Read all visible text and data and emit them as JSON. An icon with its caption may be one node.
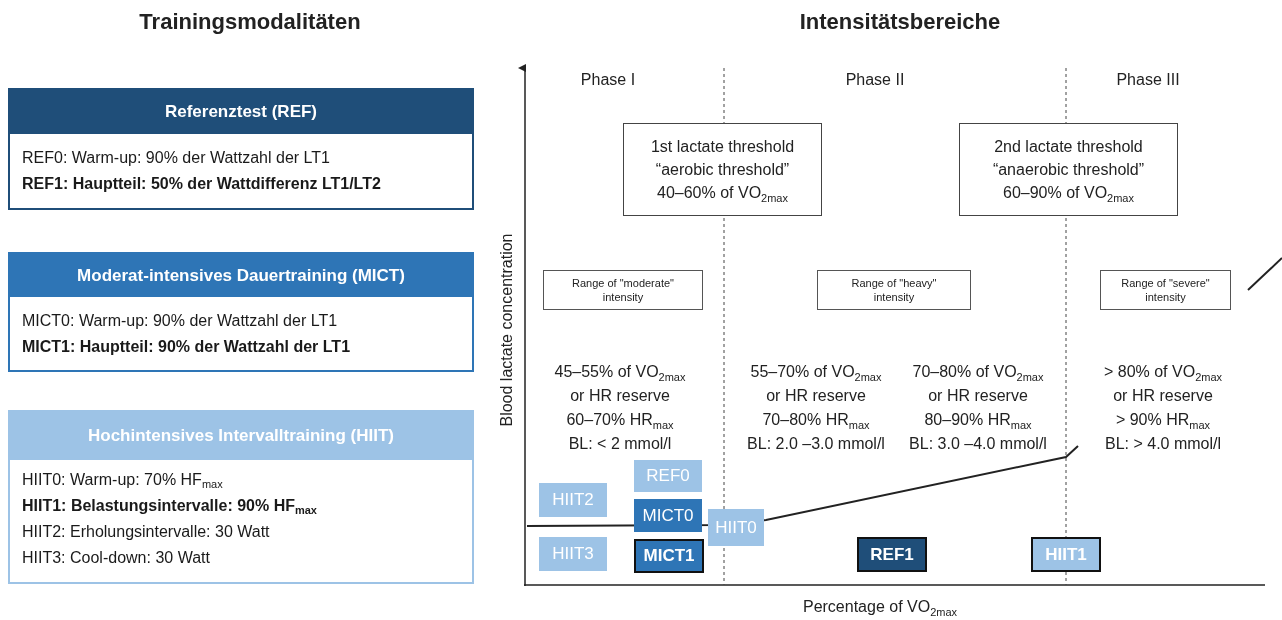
{
  "diagram": {
    "nodes": [
      {
        "text": [
          "Referenztest (REF)",
          "REF0: Warm-up: 90% der Wattzahl der LT1",
          "REF1: Hauptteil: 50% der Wattdifferenz LT1/LT2"
        ]
      },
      {
        "text": [
          "Moderat-intensives Dauertraining (MICT)",
          "MICT0: Warm-up: 90% der Wattzahl der LT1",
          "MICT1: Hauptteil: 90% der Wattzahl der LT1"
        ]
      },
      {
        "text": [
          "Hochintensives Intervalltraining (HIIT)",
          "HIIT0: Warm-up: 70% HF$_{max}$",
          "HIIT1: Belastungsintervalle: 90% HF$_{max}$",
          "HIIT2: Erholungsintervalle: 30 Watt",
          "HIIT3: Cool-down: 30 Watt"
        ]
      },
      {
        "text": [
          "1st lactate threshold “aerobic threshold” 40–60% of VO$_{2max}$"
        ]
      },
      {
        "text": [
          "2nd lactate threshold “anaerobic threshold” 60–90% of VO$_{2max}$"
        ]
      },
      {
        "text": [
          "Range of \"moderate\" intensity"
        ]
      },
      {
        "text": [
          "Range of \"heavy\" intensity"
        ]
      },
      {
        "text": [
          "Range of \"severe\" intensity"
        ]
      },
      {
        "text": [
          "REF0"
        ]
      },
      {
        "text": [
          "HIIT2"
        ]
      },
      {
        "text": [
          "MICT0"
        ]
      },
      {
        "text": [
          "HIIT0"
        ]
      },
      {
        "text": [
          "HIIT3"
        ]
      },
      {
        "text": [
          "MICT1"
        ]
      },
      {
        "text": [
          "REF1"
        ]
      },
      {
        "text": [
          "HIIT1"
        ]
      }
    ],
    "edges": [],
    "labels": [
      "Trainingsmodalitäten",
      "Intensitätsbereiche",
      "Phase I",
      "Phase II",
      "Phase III",
      "45–55% of VO$_{2max}$",
      "or HR reserve",
      "60–70% HR$_{max}$",
      "BL: < 2 mmol/l",
      "55–70% of VO$_{2max}$",
      "or HR reserve",
      "70–80% HR$_{max}$",
      "BL: 2.0 –3.0 mmol/l",
      "70–80% of VO$_{2max}$",
      "or HR reserve",
      "80–90% HR$_{max}$",
      "BL: 3.0 –4.0 mmol/l",
      "> 80% of VO$_{2max}$",
      "or HR reserve",
      "> 90% HR$_{max}$",
      "BL: > 4.0 mmol/l",
      "Blood lactate concentration",
      "Percentage of VO$_{2max}$"
    ]
  }
}
